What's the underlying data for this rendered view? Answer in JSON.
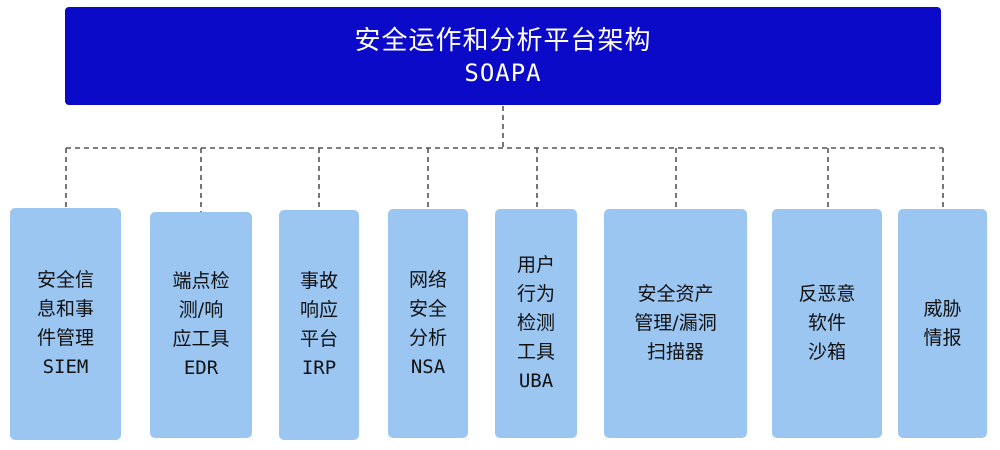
{
  "root": {
    "title": "安全运作和分析平台架构",
    "subtitle": "SOAPA"
  },
  "children": [
    {
      "lines": [
        "安全信",
        "息和事",
        "件管理"
      ],
      "code": "SIEM"
    },
    {
      "lines": [
        "端点检",
        "测/响",
        "应工具"
      ],
      "code": "EDR"
    },
    {
      "lines": [
        "事故",
        "响应",
        "平台"
      ],
      "code": "IRP"
    },
    {
      "lines": [
        "网络",
        "安全",
        "分析"
      ],
      "code": "NSA"
    },
    {
      "lines": [
        "用户",
        "行为",
        "检测",
        "工具"
      ],
      "code": "UBA"
    },
    {
      "lines": [
        "安全资产",
        "管理/漏洞",
        "扫描器"
      ]
    },
    {
      "lines": [
        "反恶意",
        "软件",
        "沙箱"
      ]
    },
    {
      "lines": [
        "威胁",
        "情报"
      ]
    }
  ],
  "colors": {
    "root_fill": "#0a0ac8",
    "child_fill": "#9cc6f2",
    "connector": "#555555"
  }
}
